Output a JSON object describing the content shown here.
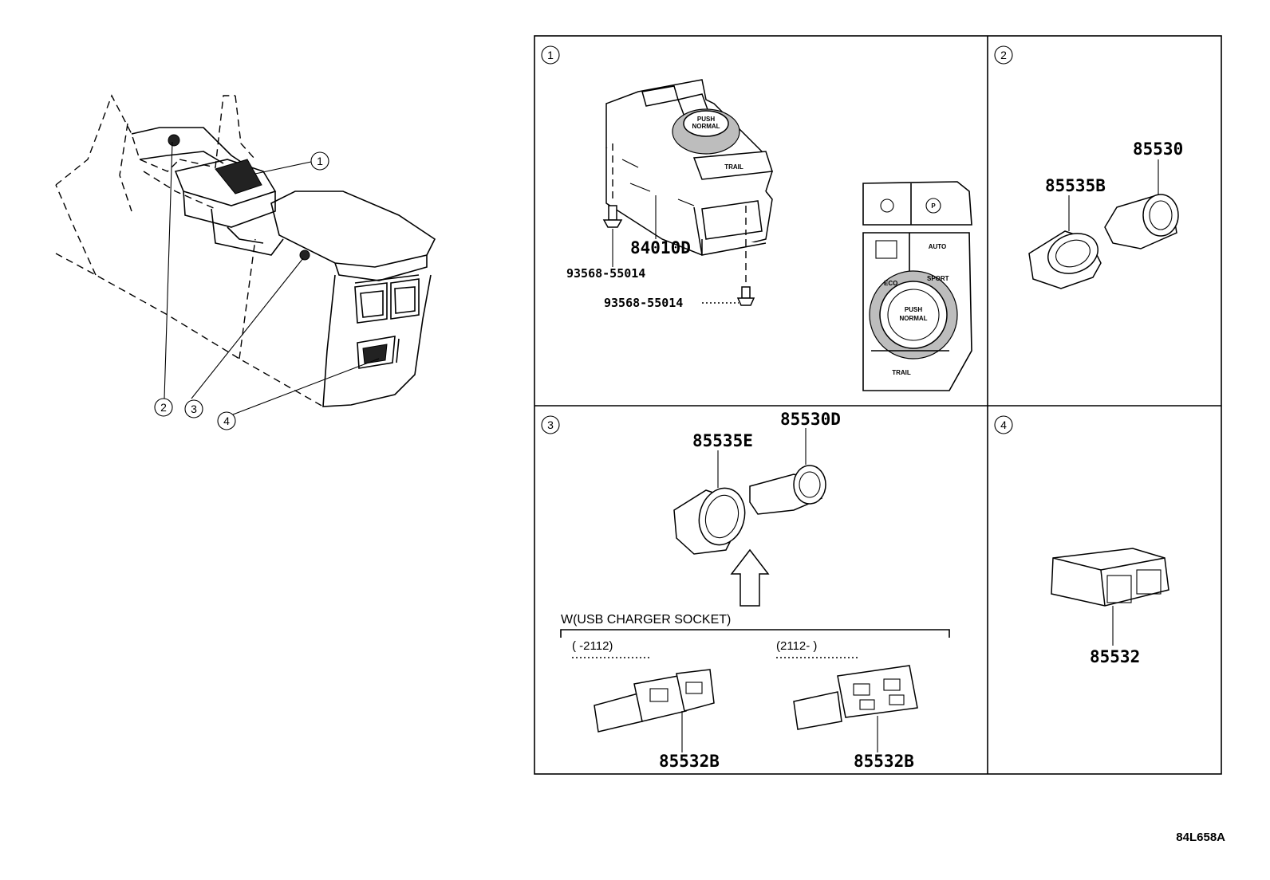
{
  "overview": {
    "callouts": [
      "1",
      "2",
      "3",
      "4"
    ]
  },
  "panels": {
    "p1": {
      "index": "1",
      "part_main": "84010D",
      "screw_left": "93568-55014",
      "screw_right": "93568-55014",
      "switch_labels": {
        "push": "PUSH",
        "normal": "NORMAL",
        "eco": "ECO",
        "sport": "SPORT",
        "trail": "TRAIL",
        "auto": "AUTO",
        "p": "P"
      }
    },
    "p2": {
      "index": "2",
      "part_a": "85535B",
      "part_b": "85530"
    },
    "p3": {
      "index": "3",
      "part_a": "85535E",
      "part_b": "85530D",
      "group_label": "W(USB CHARGER SOCKET)",
      "range_left": "(      -2112)",
      "range_right": "(2112-        )",
      "usb_left": "85532B",
      "usb_right": "85532B"
    },
    "p4": {
      "index": "4",
      "part_a": "85532"
    }
  },
  "figure_code": "84L658A"
}
